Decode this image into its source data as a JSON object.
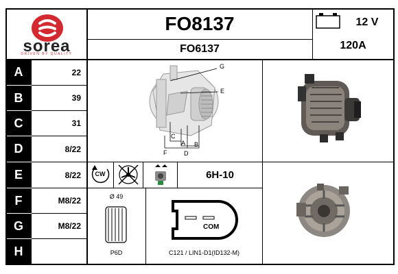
{
  "brand": {
    "name": "sorea",
    "tagline": "DRIVEN BY QUALITY",
    "color": "#d32a31"
  },
  "header": {
    "part_number": "FO8137",
    "alt_number": "FO6137",
    "voltage": "12 V",
    "amperage": "120A"
  },
  "rows": [
    {
      "letter": "A",
      "value": "22"
    },
    {
      "letter": "B",
      "value": "39"
    },
    {
      "letter": "C",
      "value": "31"
    },
    {
      "letter": "D",
      "value": "8/22"
    },
    {
      "letter": "E",
      "value": "8/22"
    },
    {
      "letter": "F",
      "value": "M8/22"
    },
    {
      "letter": "G",
      "value": "M8/22"
    },
    {
      "letter": "H",
      "value": ""
    }
  ],
  "diagram_labels": {
    "g": "G",
    "e": "E",
    "c": "C",
    "a": "A",
    "b": "B",
    "f": "F",
    "d": "D"
  },
  "rotation": "CW",
  "regulator_position": "6H-10",
  "pulley": {
    "diameter": "Ø 49",
    "type": "P6D"
  },
  "connector": {
    "label": "COM",
    "code": "C121 / LIN1-D1(ID132-M)"
  },
  "icons": [
    "battery-icon",
    "cw-rotation-icon",
    "fan-crossed-icon",
    "regulator-icon",
    "pulley-icon",
    "connector-icon"
  ]
}
